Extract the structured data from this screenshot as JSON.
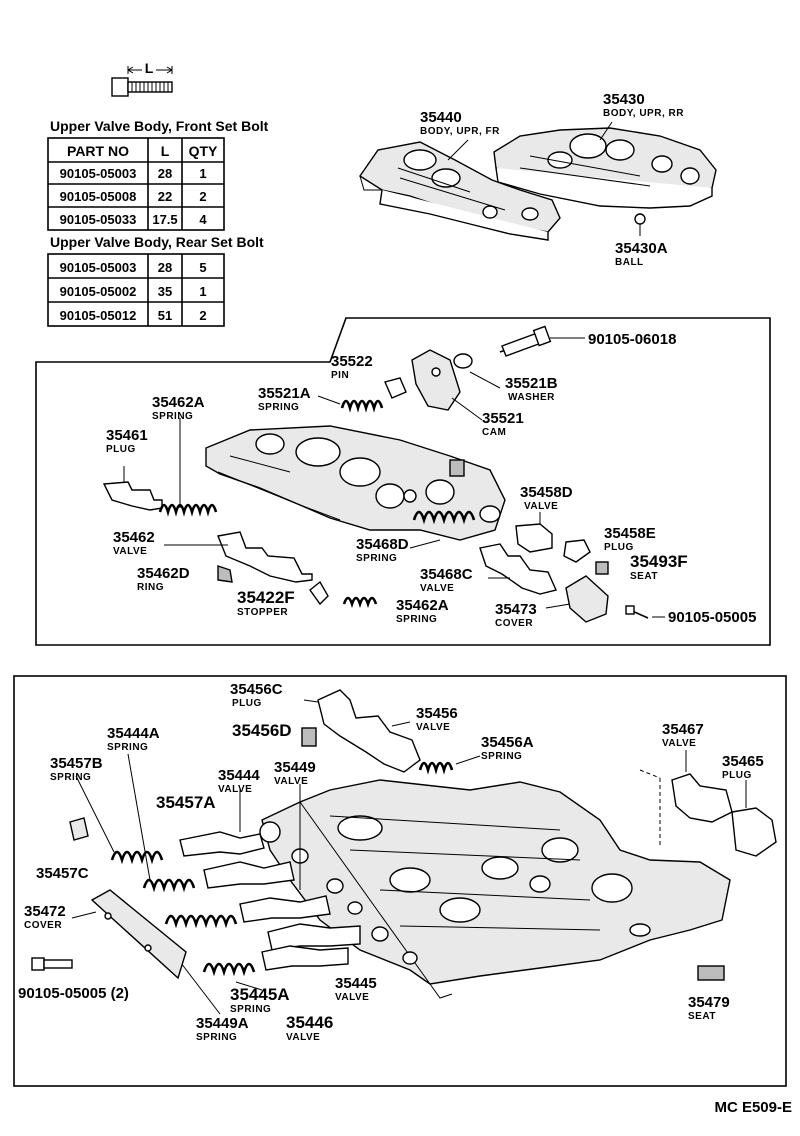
{
  "bolt_label": "L",
  "tables": {
    "front": {
      "title": "Upper Valve Body, Front Set Bolt",
      "headers": [
        "PART NO",
        "L",
        "QTY"
      ],
      "rows": [
        [
          "90105-05003",
          "28",
          "1"
        ],
        [
          "90105-05008",
          "22",
          "2"
        ],
        [
          "90105-05033",
          "17.5",
          "4"
        ]
      ]
    },
    "rear": {
      "title": "Upper Valve Body, Rear Set Bolt",
      "rows": [
        [
          "90105-05003",
          "28",
          "5"
        ],
        [
          "90105-05002",
          "35",
          "1"
        ],
        [
          "90105-05012",
          "51",
          "2"
        ]
      ]
    }
  },
  "top_parts": [
    {
      "num": "35440",
      "desc": "BODY, UPR, FR"
    },
    {
      "num": "35430",
      "desc": "BODY, UPR, RR"
    },
    {
      "num": "35430A",
      "desc": "BALL"
    }
  ],
  "middle_parts": [
    {
      "num": "90105-06018",
      "desc": ""
    },
    {
      "num": "35522",
      "desc": "PIN"
    },
    {
      "num": "35521B",
      "desc": "WASHER"
    },
    {
      "num": "35521A",
      "desc": "SPRING"
    },
    {
      "num": "35521",
      "desc": "CAM"
    },
    {
      "num": "35462A",
      "desc": "SPRING"
    },
    {
      "num": "35461",
      "desc": "PLUG"
    },
    {
      "num": "35458D",
      "desc": "VALVE"
    },
    {
      "num": "35458E",
      "desc": "PLUG"
    },
    {
      "num": "35493F",
      "desc": "SEAT"
    },
    {
      "num": "35462",
      "desc": "VALVE"
    },
    {
      "num": "35468D",
      "desc": "SPRING"
    },
    {
      "num": "35468C",
      "desc": "VALVE"
    },
    {
      "num": "35462D",
      "desc": "RING"
    },
    {
      "num": "35422F",
      "desc": "STOPPER"
    },
    {
      "num": "35462A",
      "desc": "SPRING"
    },
    {
      "num": "35473",
      "desc": "COVER"
    },
    {
      "num": "90105-05005",
      "desc": ""
    }
  ],
  "bottom_parts": [
    {
      "num": "35456C",
      "desc": "PLUG"
    },
    {
      "num": "35456",
      "desc": "VALVE"
    },
    {
      "num": "35456D",
      "desc": ""
    },
    {
      "num": "35456A",
      "desc": "SPRING"
    },
    {
      "num": "35467",
      "desc": "VALVE"
    },
    {
      "num": "35465",
      "desc": "PLUG"
    },
    {
      "num": "35444A",
      "desc": "SPRING"
    },
    {
      "num": "35449",
      "desc": "VALVE"
    },
    {
      "num": "35444",
      "desc": "VALVE"
    },
    {
      "num": "35457B",
      "desc": "SPRING"
    },
    {
      "num": "35457A",
      "desc": ""
    },
    {
      "num": "35457C",
      "desc": ""
    },
    {
      "num": "35472",
      "desc": "COVER"
    },
    {
      "num": "90105-05005 (2)",
      "desc": ""
    },
    {
      "num": "35445",
      "desc": "VALVE"
    },
    {
      "num": "35445A",
      "desc": "SPRING"
    },
    {
      "num": "35449A",
      "desc": "SPRING"
    },
    {
      "num": "35446",
      "desc": "VALVE"
    },
    {
      "num": "35479",
      "desc": "SEAT"
    }
  ],
  "footer_code": "MC  E509-E"
}
